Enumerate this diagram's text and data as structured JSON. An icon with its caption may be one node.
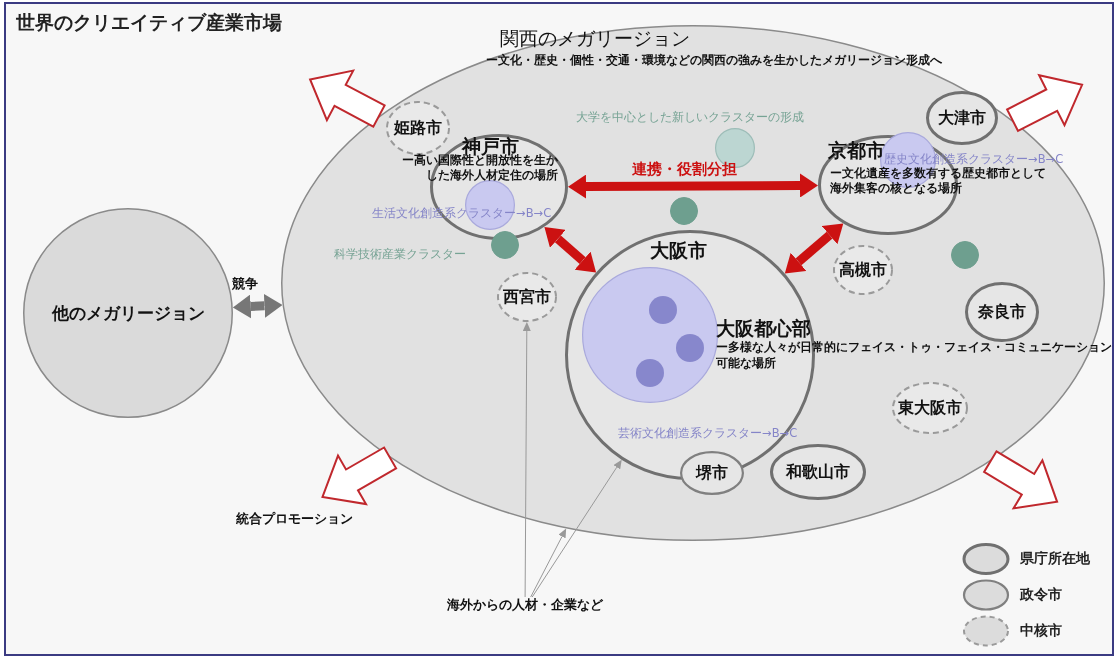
{
  "diagram": {
    "title": "世界のクリエイティブ産業市場",
    "nodes": [
      {
        "text": [
          "関西のメガリージョン",
          "ー文化・歴史・個性・交通・環境などの関西の強みを生かしたメガリージョン形成へ"
        ]
      },
      {
        "text": [
          "他のメガリージョン"
        ]
      },
      {
        "text": [
          "姫路市"
        ],
        "in": 0
      },
      {
        "text": [
          "大学を中心とした新しいクラスターの形成"
        ],
        "in": 0
      },
      {
        "text": [
          "大津市"
        ],
        "in": 0
      },
      {
        "text": [
          "神戸市",
          "ー高い国際性と開放性を生かした海外人材定住の場所"
        ],
        "in": 0
      },
      {
        "text": [
          "京都市",
          "ー文化遺産を多数有する歴史都市として海外集客の核となる場所"
        ],
        "in": 0
      },
      {
        "text": [
          "歴史文化創造系クラスター→B→C"
        ],
        "in": 6
      },
      {
        "text": [
          "生活文化創造系クラスター→B→C"
        ],
        "in": 5
      },
      {
        "text": [],
        "shape": "circle",
        "in": 0
      },
      {
        "text": [
          "科学技術産業クラスター"
        ],
        "in": 0
      },
      {
        "text": [
          "大阪市"
        ],
        "in": 0
      },
      {
        "text": [],
        "shape": "circle",
        "in": 0
      },
      {
        "text": [
          "高槻市"
        ],
        "in": 0
      },
      {
        "text": [
          "西宮市"
        ],
        "in": 0
      },
      {
        "text": [
          "奈良市"
        ],
        "in": 0
      },
      {
        "text": [
          "大阪都心部",
          "ー多様な人々が日常的にフェイス・トゥ・フェイス・コミュニケーション可能な場所",
          "芸術文化創造系クラスター→B→C"
        ],
        "in": 11
      },
      {
        "text": [
          "東大阪市"
        ],
        "in": 0
      },
      {
        "text": [
          "堺市"
        ],
        "in": 0
      },
      {
        "text": [
          "和歌山市"
        ],
        "in": 0
      },
      {
        "text": [
          "海外からの人材・企業など"
        ]
      }
    ],
    "edges": [
      {
        "from": 1,
        "to": 0,
        "arrow": "both",
        "label": "競争",
        "color": "#777777"
      },
      {
        "from": 5,
        "to": 6,
        "arrow": "both",
        "label": "連携・役割分担",
        "color": "#cc1111"
      },
      {
        "from": 5,
        "to": 11,
        "arrow": "both",
        "color": "#cc1111"
      },
      {
        "from": 6,
        "to": 11,
        "arrow": "both",
        "color": "#cc1111"
      },
      {
        "from": 20,
        "to": 14,
        "arrow": "to",
        "color": "#999999"
      },
      {
        "from": 20,
        "to": 0,
        "arrow": "to",
        "color": "#999999"
      },
      {
        "from": 20,
        "to": 11,
        "arrow": "to",
        "color": "#999999"
      },
      {
        "from": 0,
        "to": null,
        "arrow": "to",
        "color": "#c0282d"
      },
      {
        "from": 0,
        "to": null,
        "arrow": "to",
        "color": "#c0282d"
      },
      {
        "from": 0,
        "to": null,
        "arrow": "to",
        "color": "#c0282d"
      },
      {
        "from": 0,
        "to": null,
        "arrow": "to",
        "color": "#c0282d"
      }
    ],
    "labels": [
      "統合プロモーション"
    ],
    "legend": [
      {
        "text": "県庁所在地"
      },
      {
        "text": "政令市"
      },
      {
        "text": "中核市"
      }
    ]
  }
}
